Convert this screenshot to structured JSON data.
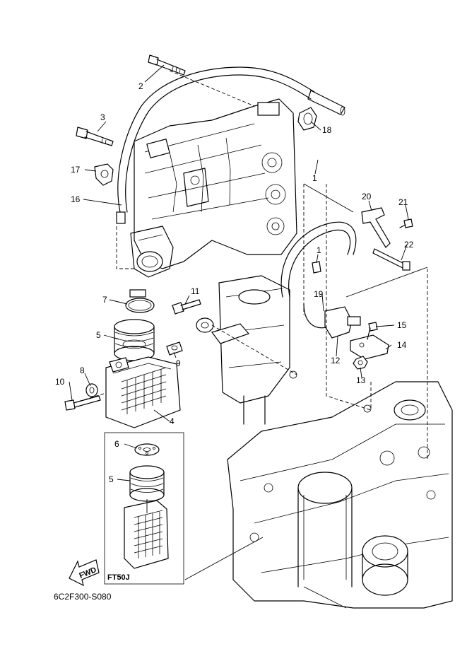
{
  "diagram": {
    "refs": {
      "r1a": "1",
      "r1b": "1",
      "r2": "2",
      "r3": "3",
      "r4": "4",
      "r5a": "5",
      "r5b": "5",
      "r6": "6",
      "r7": "7",
      "r8": "8",
      "r9": "9",
      "r10": "10",
      "r11": "11",
      "r12": "12",
      "r13": "13",
      "r14": "14",
      "r15": "15",
      "r16": "16",
      "r17": "17",
      "r18": "18",
      "r19": "19",
      "r20": "20",
      "r21": "21",
      "r22": "22"
    },
    "variant_label": "FT50J",
    "fwd_label": "FWD",
    "drawing_code": "6C2F300-S080"
  }
}
